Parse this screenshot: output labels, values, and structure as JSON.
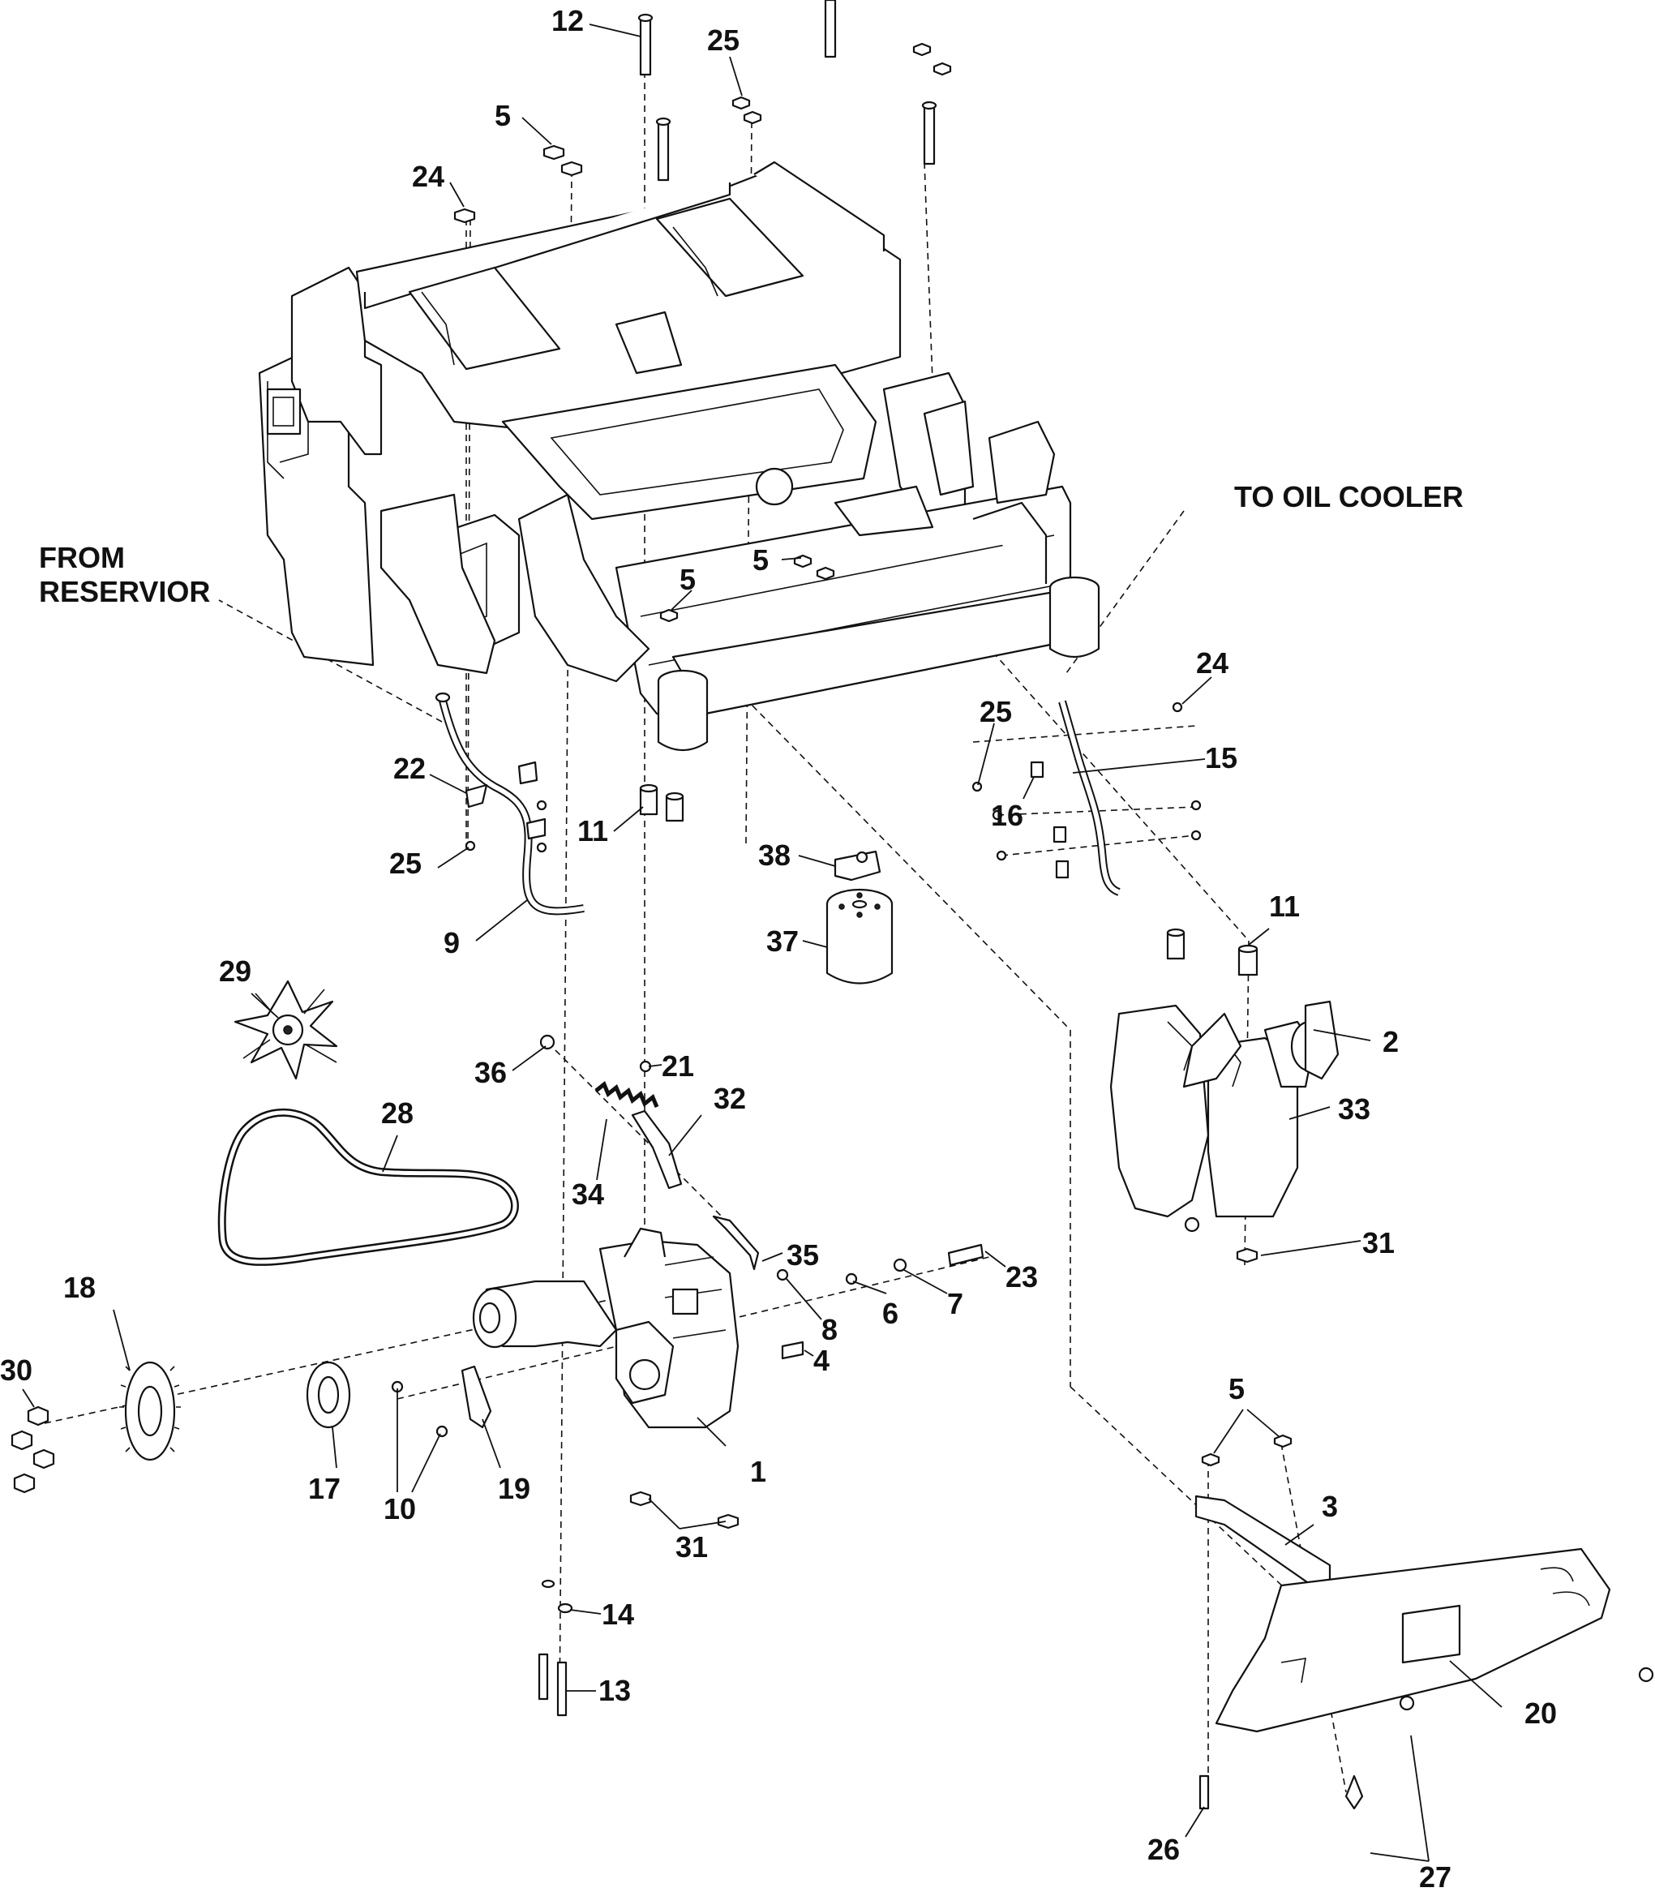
{
  "diagram": {
    "notes": {
      "from_reservior": [
        "FROM",
        "RESERVIOR"
      ],
      "to_oil_cooler": "TO OIL COOLER"
    },
    "callouts": [
      {
        "key": "c12",
        "text": "12"
      },
      {
        "key": "c25a",
        "text": "25"
      },
      {
        "key": "c5a",
        "text": "5"
      },
      {
        "key": "c24a",
        "text": "24"
      },
      {
        "key": "c5b",
        "text": "5"
      },
      {
        "key": "c5c",
        "text": "5"
      },
      {
        "key": "c24b",
        "text": "24"
      },
      {
        "key": "c25b",
        "text": "25"
      },
      {
        "key": "c15",
        "text": "15"
      },
      {
        "key": "c16",
        "text": "16"
      },
      {
        "key": "c22",
        "text": "22"
      },
      {
        "key": "c11a",
        "text": "11"
      },
      {
        "key": "c25c",
        "text": "25"
      },
      {
        "key": "c38",
        "text": "38"
      },
      {
        "key": "c9",
        "text": "9"
      },
      {
        "key": "c37",
        "text": "37"
      },
      {
        "key": "c11b",
        "text": "11"
      },
      {
        "key": "c29",
        "text": "29"
      },
      {
        "key": "c2",
        "text": "2"
      },
      {
        "key": "c36",
        "text": "36"
      },
      {
        "key": "c21",
        "text": "21"
      },
      {
        "key": "c32",
        "text": "32"
      },
      {
        "key": "c33",
        "text": "33"
      },
      {
        "key": "c28",
        "text": "28"
      },
      {
        "key": "c34",
        "text": "34"
      },
      {
        "key": "c31a",
        "text": "31"
      },
      {
        "key": "c35",
        "text": "35"
      },
      {
        "key": "c23",
        "text": "23"
      },
      {
        "key": "c18",
        "text": "18"
      },
      {
        "key": "c7",
        "text": "7"
      },
      {
        "key": "c6",
        "text": "6"
      },
      {
        "key": "c8",
        "text": "8"
      },
      {
        "key": "c4",
        "text": "4"
      },
      {
        "key": "c30",
        "text": "30"
      },
      {
        "key": "c5d",
        "text": "5"
      },
      {
        "key": "c17",
        "text": "17"
      },
      {
        "key": "c10",
        "text": "10"
      },
      {
        "key": "c19",
        "text": "19"
      },
      {
        "key": "c1",
        "text": "1"
      },
      {
        "key": "c3",
        "text": "3"
      },
      {
        "key": "c31b",
        "text": "31"
      },
      {
        "key": "c14",
        "text": "14"
      },
      {
        "key": "c13",
        "text": "13"
      },
      {
        "key": "c20",
        "text": "20"
      },
      {
        "key": "c26",
        "text": "26"
      },
      {
        "key": "c27",
        "text": "27"
      }
    ]
  }
}
